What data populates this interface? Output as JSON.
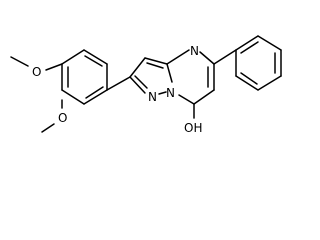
{
  "structure": {
    "atoms": {
      "o_top": "O",
      "o_bottom": "O",
      "n_ring_top": "N",
      "n_ring_left": "N",
      "n_bridge": "N",
      "oh": "OH"
    }
  }
}
